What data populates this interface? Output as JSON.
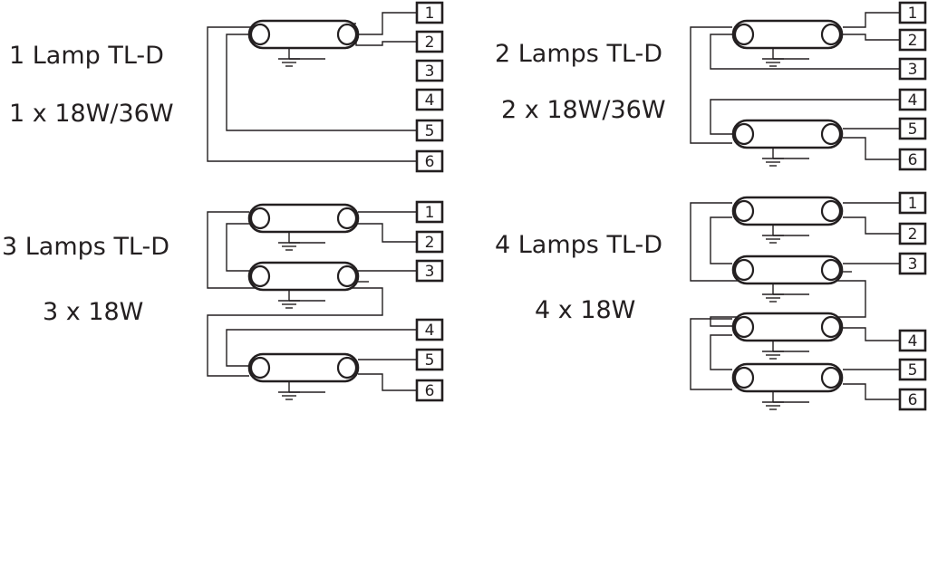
{
  "diagrams": [
    {
      "id": "one-lamp",
      "title": "1 Lamp TL-D",
      "rating": "1 x 18W/36W",
      "lamp_count": 1
    },
    {
      "id": "two-lamps",
      "title": "2 Lamps TL-D",
      "rating": "2 x 18W/36W",
      "lamp_count": 2
    },
    {
      "id": "three-lamps",
      "title": "3 Lamps TL-D",
      "rating": "3 x 18W",
      "lamp_count": 3
    },
    {
      "id": "four-lamps",
      "title": "4 Lamps TL-D",
      "rating": "4 x 18W",
      "lamp_count": 4
    }
  ],
  "terminal_labels": [
    "1",
    "2",
    "3",
    "4",
    "5",
    "6"
  ],
  "colors": {
    "ink": "#231f20",
    "background": "#ffffff"
  }
}
